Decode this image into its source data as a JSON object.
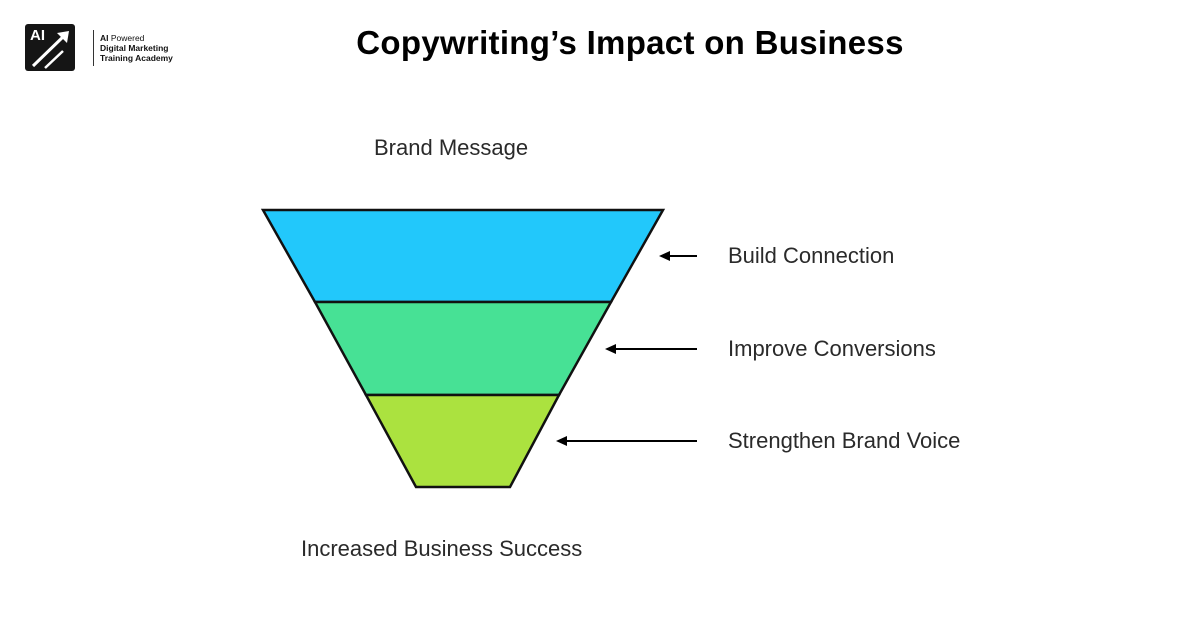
{
  "logo": {
    "mark": "AI",
    "line1_bold": "AI",
    "line1_rest": " Powered",
    "line2": "Digital Marketing",
    "line3": "Training Academy"
  },
  "title": "Copywriting’s Impact on Business",
  "funnel": {
    "top_label": "Brand Message",
    "bottom_label": "Increased Business Success",
    "stages": [
      {
        "label": "Build Connection",
        "color": "#22c8fb"
      },
      {
        "label": "Improve Conversions",
        "color": "#47e195"
      },
      {
        "label": "Strengthen Brand Voice",
        "color": "#abe23f"
      }
    ]
  }
}
